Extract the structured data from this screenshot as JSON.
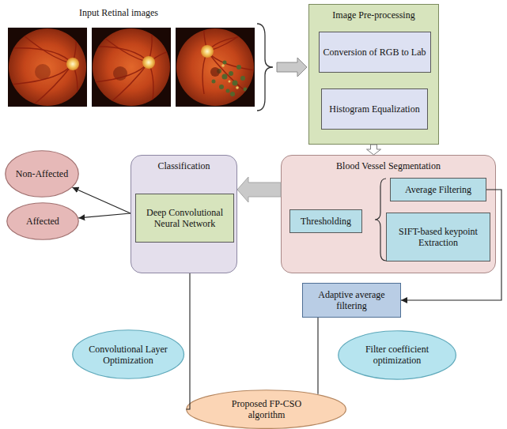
{
  "diagram": {
    "nodes": [
      {
        "text": [
          "Image Pre-processing"
        ]
      },
      {
        "text": [
          "Conversion of RGB to Lab"
        ],
        "in": 0
      },
      {
        "text": [
          "Histogram Equalization"
        ],
        "in": 0
      },
      {
        "text": [
          "Blood Vessel Segmentation"
        ]
      },
      {
        "text": [
          "Average Filtering"
        ],
        "in": 3
      },
      {
        "text": [
          "Thresholding"
        ],
        "in": 3
      },
      {
        "text": [
          "SIFT-based keypoint Extraction"
        ],
        "in": 3
      },
      {
        "text": [
          "Classification"
        ]
      },
      {
        "text": [
          "Deep Convolutional Neural Network"
        ],
        "in": 7
      },
      {
        "text": [
          "Non-Affected"
        ]
      },
      {
        "text": [
          "Affected"
        ]
      },
      {
        "text": [
          "Adaptive average filtering"
        ]
      },
      {
        "text": [
          "Convolutional Layer Optimization"
        ]
      },
      {
        "text": [
          "Filter coefficient optimization"
        ]
      },
      {
        "text": [
          "Proposed FP-CSO algorithm"
        ]
      }
    ],
    "edges": [
      {
        "from": 0,
        "to": 3,
        "arrow": "to"
      },
      {
        "from": 3,
        "to": 7,
        "arrow": "to"
      },
      {
        "from": 7,
        "to": 9,
        "arrow": "to"
      },
      {
        "from": 7,
        "to": 10,
        "arrow": "to"
      },
      {
        "from": 4,
        "to": 11,
        "arrow": "to"
      },
      {
        "from": 7,
        "to": 14,
        "arrow": "none"
      },
      {
        "from": 11,
        "to": 14,
        "arrow": "none"
      }
    ],
    "labels": [
      "Input Retinal images"
    ]
  }
}
